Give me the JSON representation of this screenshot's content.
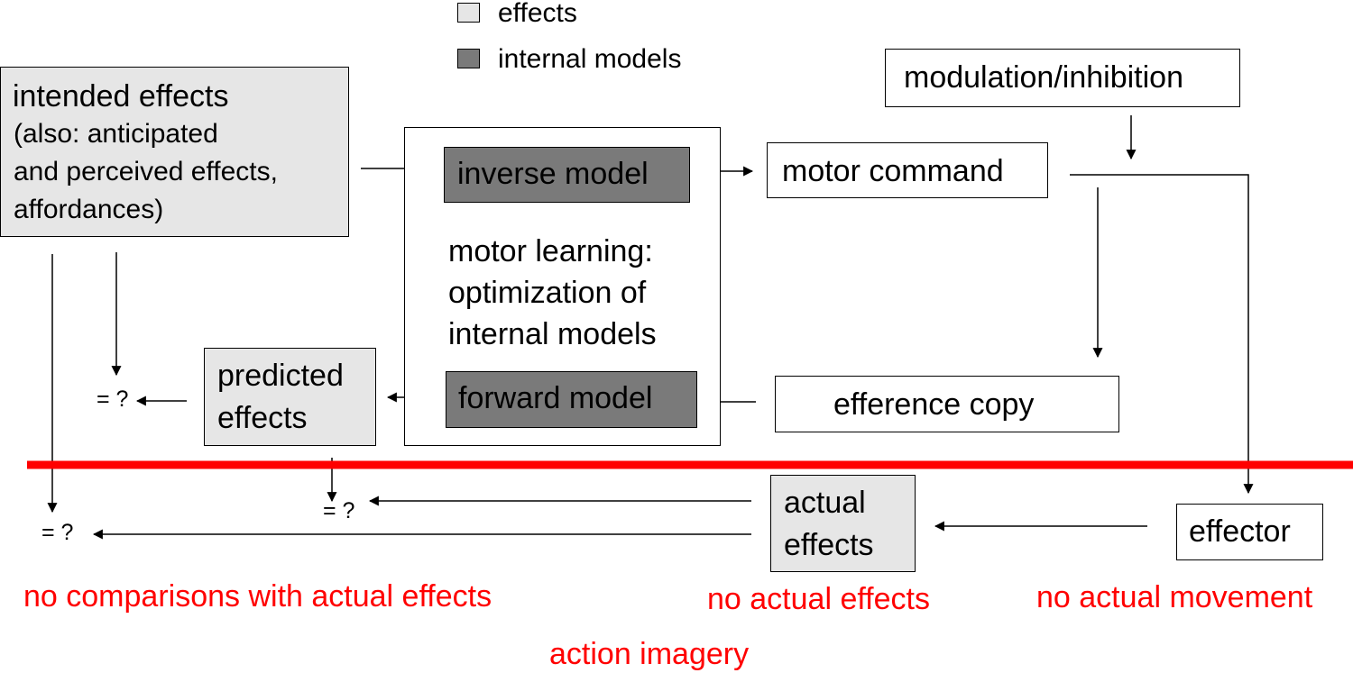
{
  "legend": {
    "effects": "effects",
    "internal_models": "internal models",
    "colors": {
      "effects": "#e6e6e6",
      "internal_models": "#7a7a7a"
    }
  },
  "intended_effects": {
    "line1": "intended effects",
    "line2": "(also: anticipated",
    "line3": "and perceived effects,",
    "line4": "affordances)"
  },
  "inverse_model": "inverse model",
  "forward_model": "forward model",
  "motor_learning": {
    "line1": "motor learning:",
    "line2": "optimization of",
    "line3": "internal models"
  },
  "modulation": "modulation/inhibition",
  "motor_command": "motor command",
  "efference_copy": "efference copy",
  "predicted_effects": {
    "line1": "predicted",
    "line2": "effects"
  },
  "actual_effects": {
    "line1": "actual",
    "line2": "effects"
  },
  "effector": "effector",
  "comparisons": {
    "c1": "= ?",
    "c2": "= ?",
    "c3": "= ?"
  },
  "red_labels": {
    "no_comparisons": "no comparisons with actual effects",
    "no_actual_effects": "no actual effects",
    "no_actual_movement": "no actual movement",
    "action_imagery": "action imagery"
  },
  "colors": {
    "divider": "#ff0000",
    "annotation": "#ff0000"
  }
}
